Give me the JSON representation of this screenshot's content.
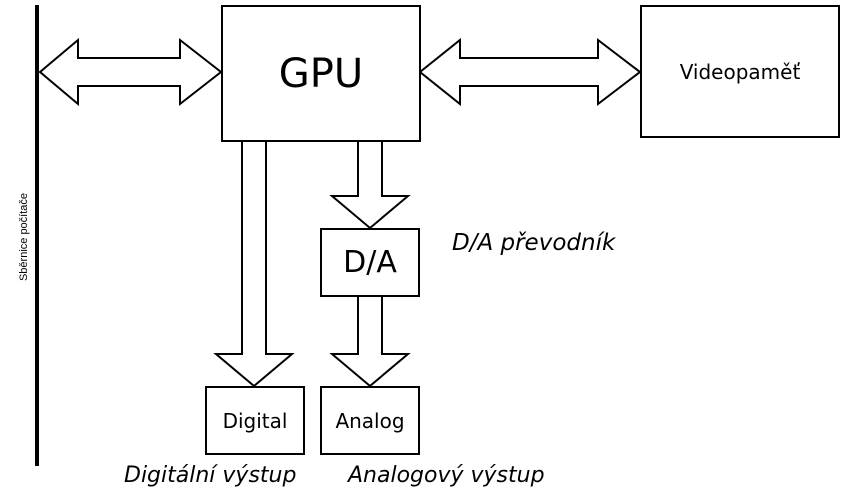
{
  "bus": {
    "label": "Sběrnice počítače"
  },
  "blocks": {
    "gpu": "GPU",
    "vram": "Videopaměť",
    "da": "D/A",
    "digital": "Digital",
    "analog": "Analog"
  },
  "annotations": {
    "da_converter": "D/A převodník",
    "digital_output": "Digitální výstup",
    "analog_output": "Analogový výstup"
  },
  "colors": {
    "stroke": "#000000",
    "fill": "#ffffff"
  }
}
